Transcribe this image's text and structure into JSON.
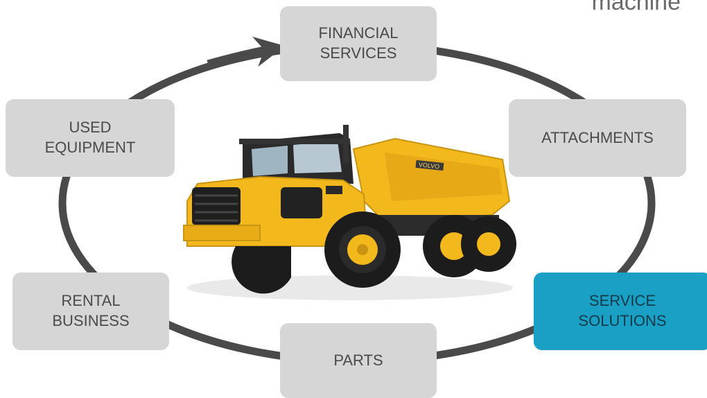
{
  "heading": {
    "text": "machine"
  },
  "cycle": {
    "direction": "clockwise",
    "ring_color": "#4a4a4a",
    "node_color": "#d6d6d6",
    "active_color": "#1aa0c4",
    "nodes": [
      {
        "id": "financial",
        "lines": [
          "FINANCIAL",
          "SERVICES"
        ],
        "active": false
      },
      {
        "id": "attachments",
        "lines": [
          "ATTACHMENTS"
        ],
        "active": false
      },
      {
        "id": "service",
        "lines": [
          "SERVICE",
          "SOLUTIONS"
        ],
        "active": true
      },
      {
        "id": "parts",
        "lines": [
          "PARTS"
        ],
        "active": false
      },
      {
        "id": "rental",
        "lines": [
          "RENTAL",
          "BUSINESS"
        ],
        "active": false
      },
      {
        "id": "used",
        "lines": [
          "USED",
          "EQUIPMENT"
        ],
        "active": false
      }
    ]
  },
  "center_image": {
    "icon": "articulated-dump-truck-icon",
    "badge_text": "VOLVO",
    "body_color": "#f2b81c",
    "tire_color": "#1c1c1c"
  }
}
